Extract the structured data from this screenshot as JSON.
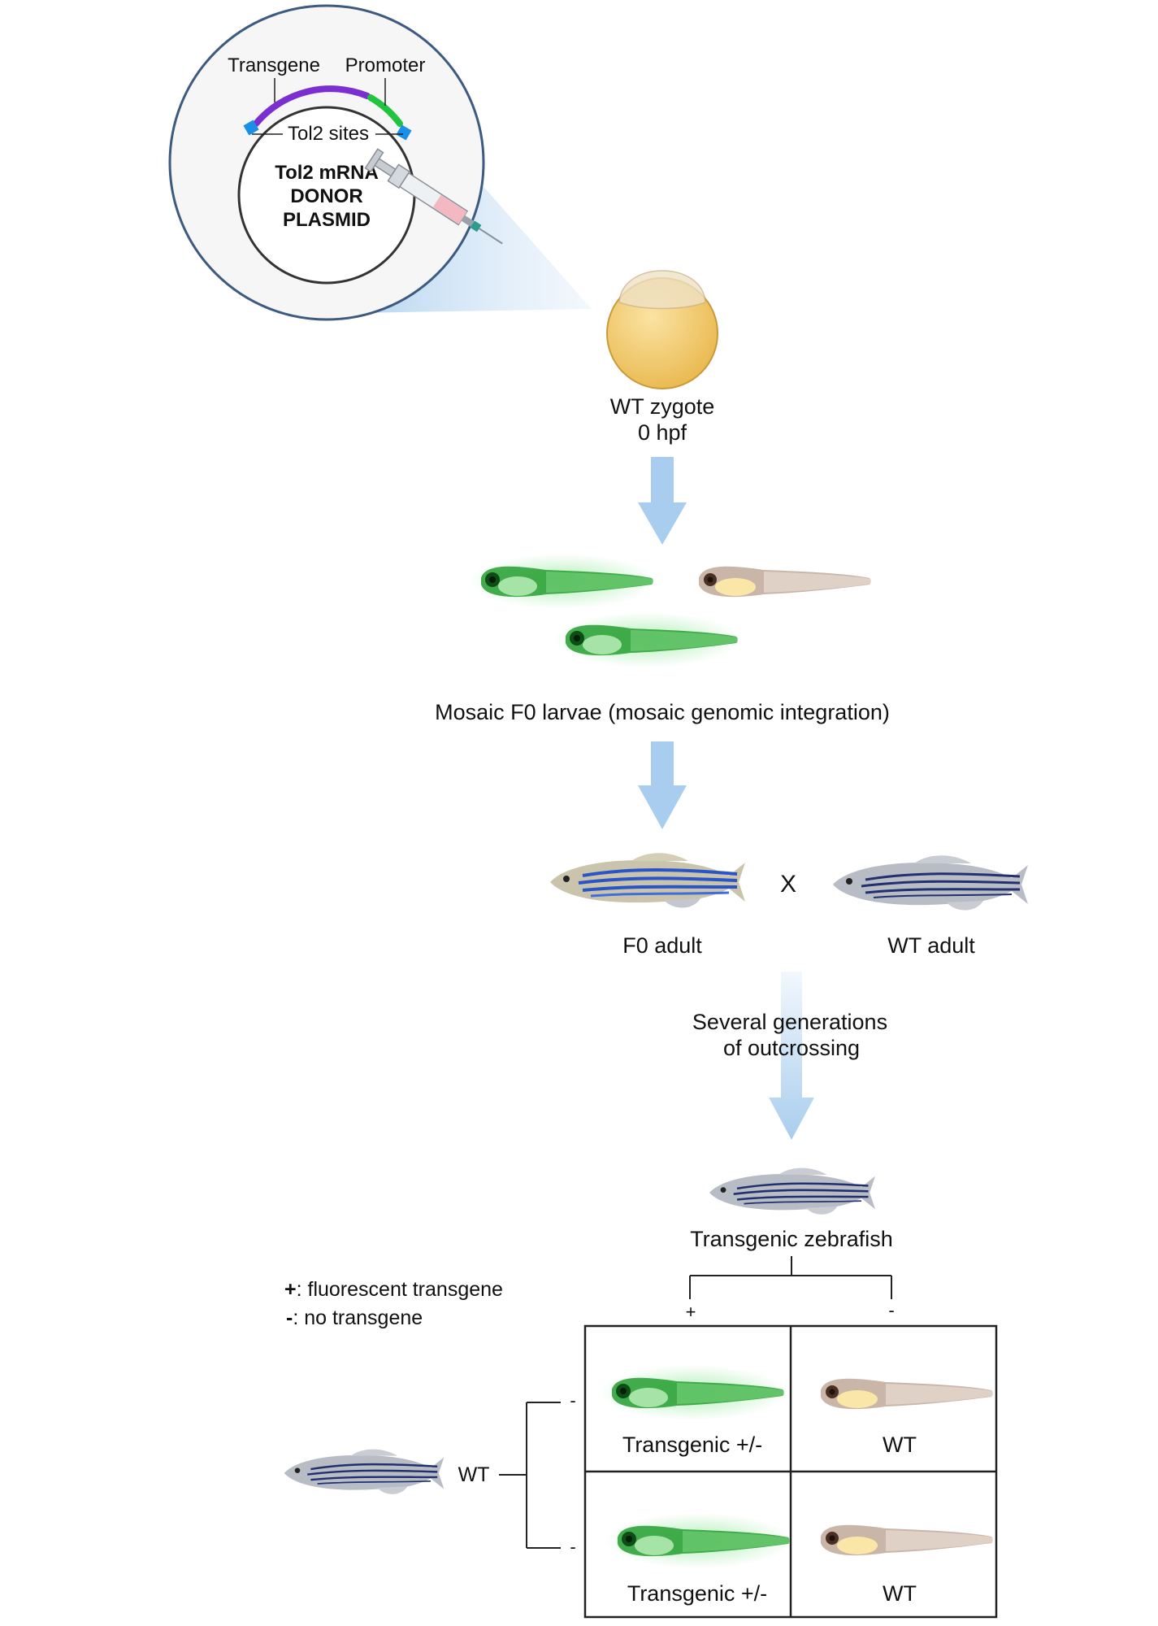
{
  "plasmid": {
    "transgene_label": "Transgene",
    "promoter_label": "Promoter",
    "tol2_label": "Tol2 sites",
    "center_line1": "Tol2 mRNA",
    "center_line2": "DONOR",
    "center_line3": "PLASMID"
  },
  "zygote": {
    "line1": "WT zygote",
    "line2": "0 hpf"
  },
  "larvae_caption": "Mosaic F0 larvae (mosaic genomic integration)",
  "cross": {
    "left_label": "F0 adult",
    "operator": "X",
    "right_label": "WT adult"
  },
  "outcross": {
    "line1": "Several generations",
    "line2": "of outcrossing"
  },
  "transgenic_label": "Transgenic zebrafish",
  "legend": {
    "plus_symbol": "+",
    "plus_text": ": fluorescent transgene",
    "minus_symbol": "-",
    "minus_text": ": no transgene"
  },
  "punnett": {
    "col_plus": "+",
    "col_minus": "-",
    "row1_minus": "-",
    "row2_minus": "-",
    "wt_parent_label": "WT",
    "cell_tl": "Transgenic +/-",
    "cell_tr": "WT",
    "cell_bl": "Transgenic +/-",
    "cell_br": "WT"
  },
  "colors": {
    "circle_border": "#3d5a80",
    "transgene": "#7b2fd0",
    "promoter": "#22c33f",
    "tol2": "#1a8fe8",
    "arrow": "#a9cdee",
    "yolk": "#f7d27a",
    "larva_green": "#2fa33a",
    "larva_wt": "#c8b8ad"
  }
}
